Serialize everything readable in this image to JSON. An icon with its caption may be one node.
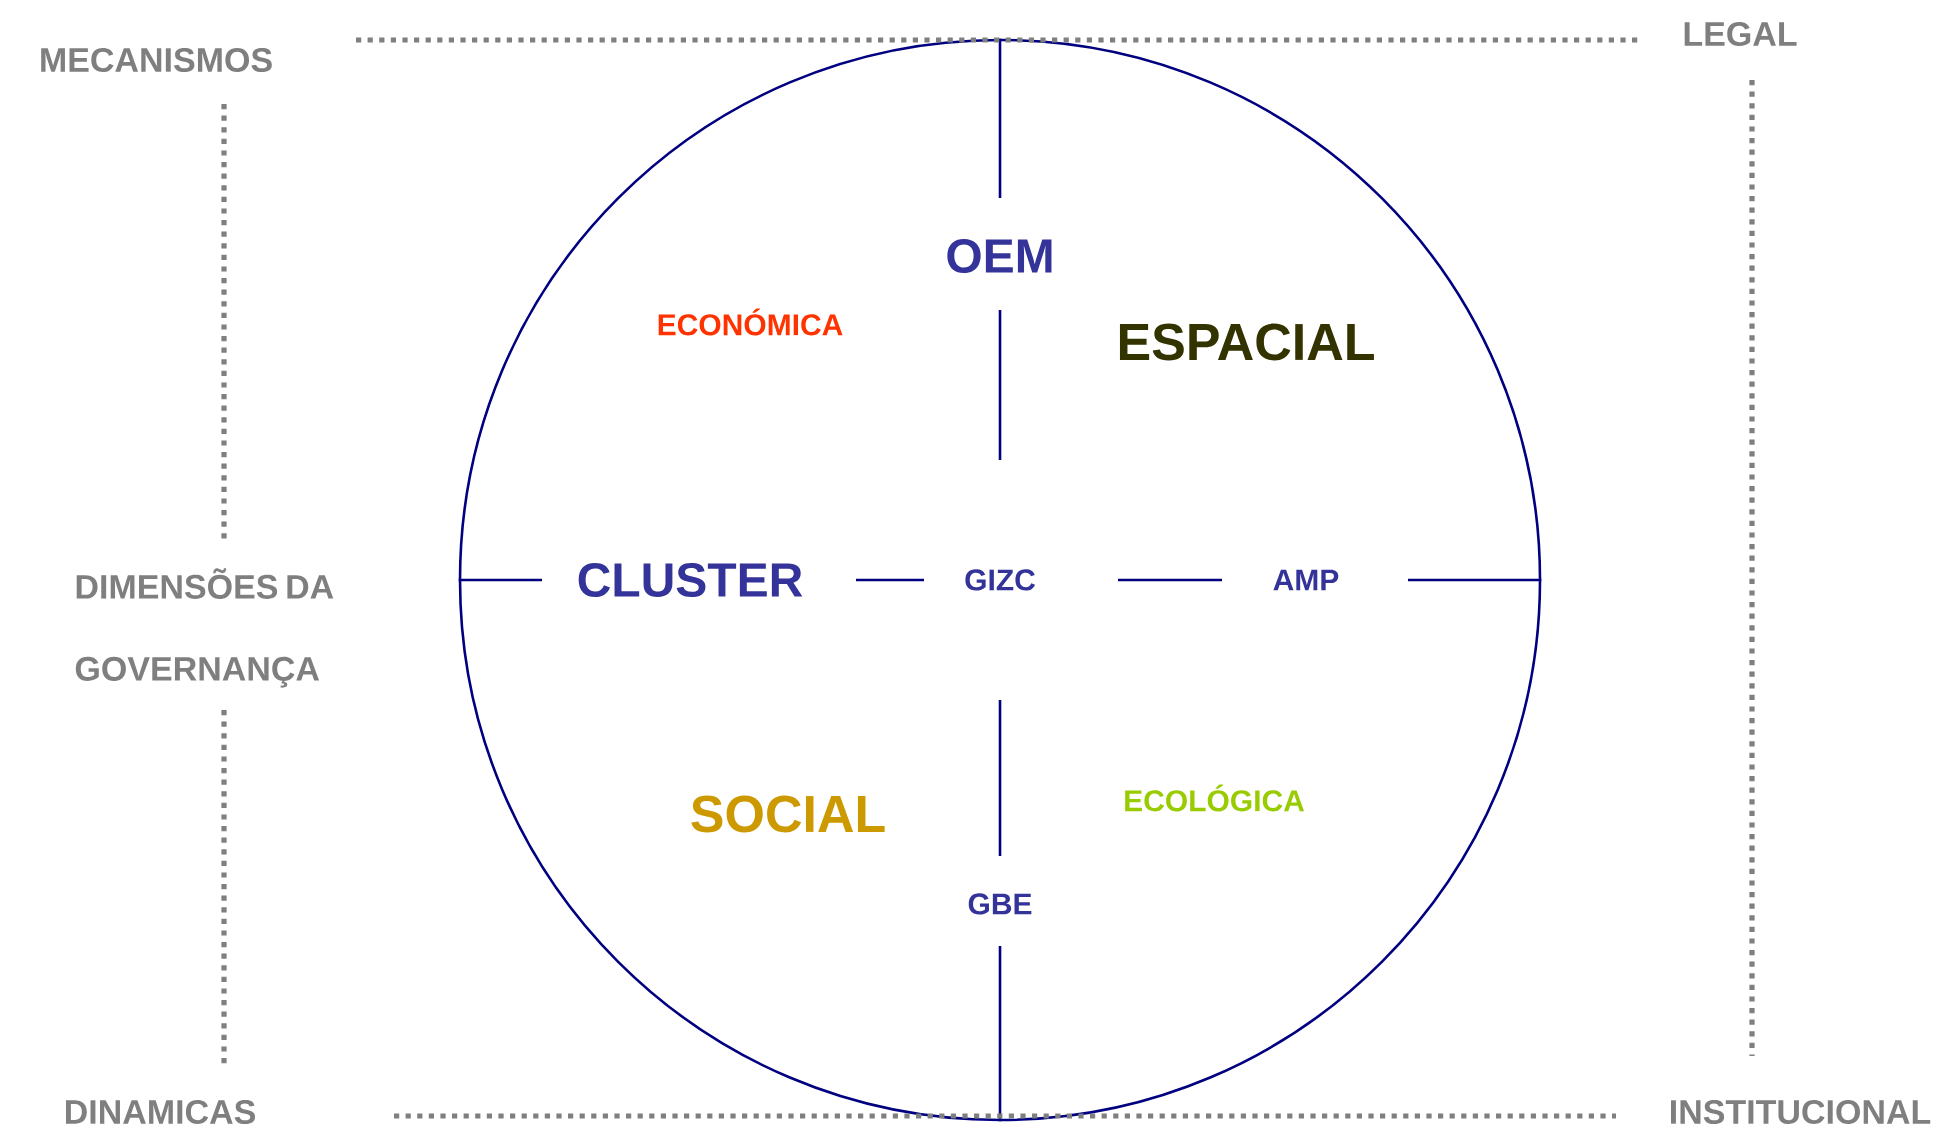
{
  "diagram": {
    "nodes": [
      {
        "text": [],
        "shape": "circle"
      },
      {
        "text": [
          "OEM"
        ],
        "in": 0
      },
      {
        "text": [
          "CLUSTER"
        ],
        "in": 0
      },
      {
        "text": [
          "GIZC"
        ],
        "in": 0
      },
      {
        "text": [
          "AMP"
        ],
        "in": 0
      },
      {
        "text": [
          "GBE"
        ],
        "in": 0
      },
      {
        "text": [
          "MECANISMOS"
        ]
      },
      {
        "text": [
          "LEGAL"
        ]
      },
      {
        "text": [
          "DIMENSÕES DA GOVERNANÇA"
        ]
      },
      {
        "text": [
          "DINAMICAS"
        ]
      },
      {
        "text": [
          "INSTITUCIONAL"
        ]
      }
    ],
    "edges": [
      {
        "from": 0,
        "to": 1,
        "arrow": "none"
      },
      {
        "from": 1,
        "to": 3,
        "arrow": "none"
      },
      {
        "from": 0,
        "to": 2,
        "arrow": "none"
      },
      {
        "from": 2,
        "to": 3,
        "arrow": "none"
      },
      {
        "from": 3,
        "to": 4,
        "arrow": "none"
      },
      {
        "from": 4,
        "to": 0,
        "arrow": "none"
      },
      {
        "from": 3,
        "to": 5,
        "arrow": "none"
      },
      {
        "from": 5,
        "to": 0,
        "arrow": "none"
      },
      {
        "from": 6,
        "to": 7,
        "arrow": "none",
        "style": "dashed",
        "color": "#7f7f7f"
      },
      {
        "from": 6,
        "to": 8,
        "arrow": "none",
        "style": "dashed",
        "color": "#7f7f7f"
      },
      {
        "from": 7,
        "to": 10,
        "arrow": "none",
        "style": "dashed",
        "color": "#7f7f7f"
      },
      {
        "from": 8,
        "to": 9,
        "arrow": "none",
        "style": "dashed",
        "color": "#7f7f7f"
      },
      {
        "from": 9,
        "to": 10,
        "arrow": "none",
        "style": "dashed",
        "color": "#7f7f7f"
      }
    ],
    "labels": [
      "ECONÓMICA",
      "ESPACIAL",
      "SOCIAL",
      "ECOLÓGICA"
    ]
  }
}
